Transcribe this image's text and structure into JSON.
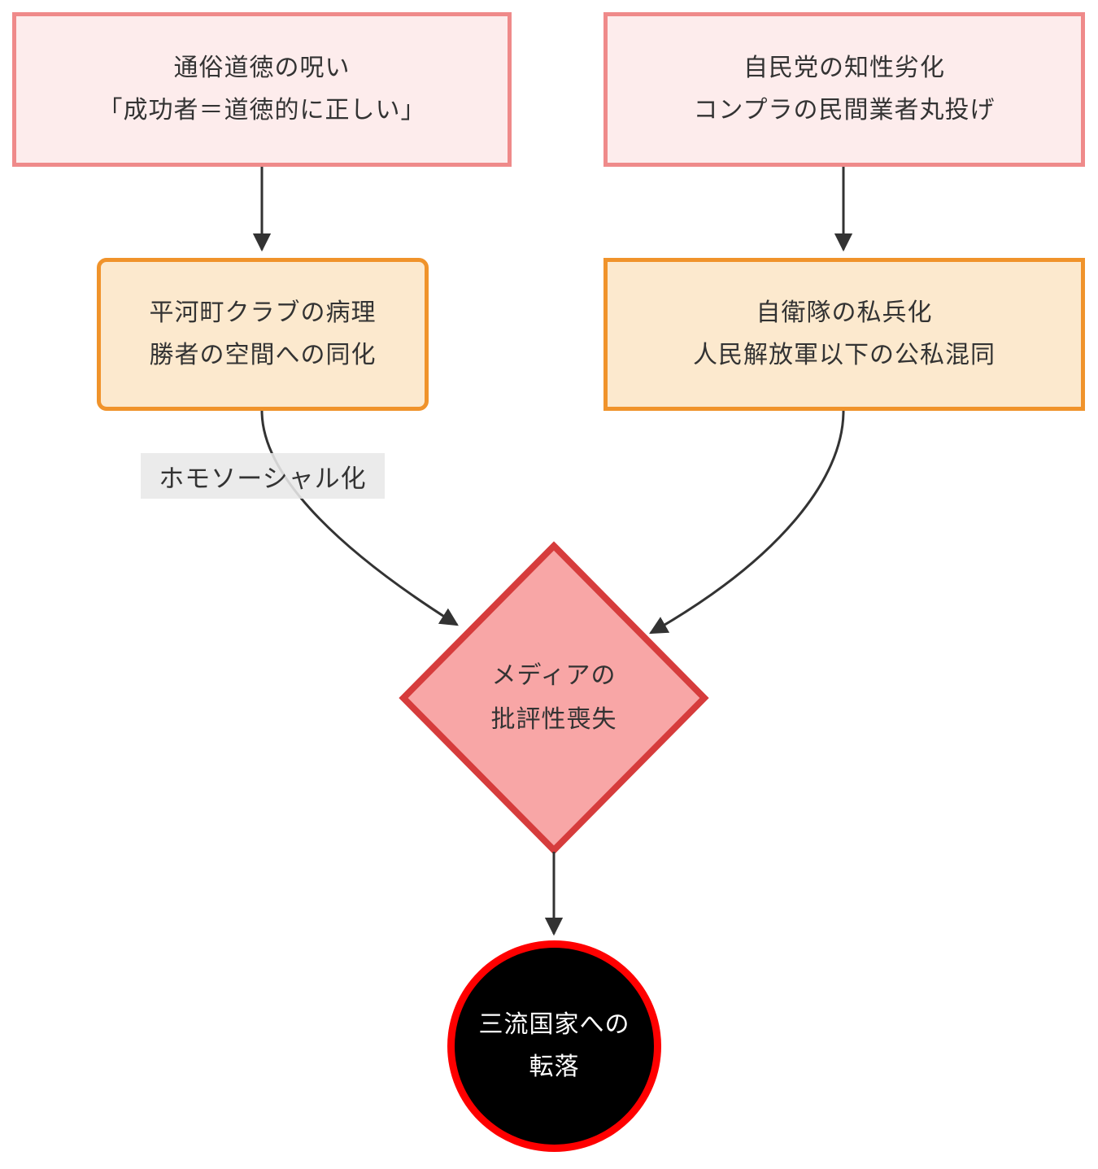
{
  "diagram": {
    "type": "flowchart-top-down",
    "background": "#FFFFFF",
    "nodes": {
      "folk_morality": {
        "shape": "rectangle",
        "line1": "通俗道徳の呪い",
        "line2": "「成功者＝道徳的に正しい」"
      },
      "ldp_decay": {
        "shape": "rectangle",
        "line1": "自民党の知性劣化",
        "line2": "コンプラの民間業者丸投げ"
      },
      "hirakawacho_club": {
        "shape": "rounded-rectangle",
        "line1": "平河町クラブの病理",
        "line2": "勝者の空間への同化"
      },
      "jsdf_privatization": {
        "shape": "rectangle",
        "line1": "自衛隊の私兵化",
        "line2": "人民解放軍以下の公私混同"
      },
      "media_criticism_loss": {
        "shape": "diamond",
        "line1": "メディアの",
        "line2": "批評性喪失"
      },
      "third_rate_nation": {
        "shape": "circle",
        "line1": "三流国家への",
        "line2": "転落"
      }
    },
    "edges": {
      "homosocial_label": "ホモソーシャル化"
    },
    "colors": {
      "pink_node_fill": "#FDECEC",
      "pink_node_border": "#EF8A8A",
      "orange_node_fill": "#FCE9CE",
      "orange_node_border": "#F0932B",
      "diamond_fill": "#F8A6A6",
      "diamond_border": "#D63C3C",
      "circle_fill": "#000000",
      "circle_border": "#FF0000",
      "edge_line": "#333333",
      "edge_label_bg": "#E8E8E8",
      "text_dark": "#333333",
      "text_light": "#FFFFFF"
    }
  }
}
